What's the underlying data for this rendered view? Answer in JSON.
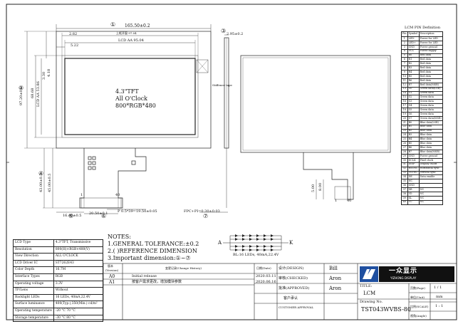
{
  "markers": {
    "m1": "①",
    "m2": "②",
    "m3": "③",
    "m4": "④",
    "m5": "⑤",
    "m6": "⑥",
    "m7": "⑦"
  },
  "dims": {
    "width_total": "165.50±0.2",
    "upper_frame": "上框开窗 97.04",
    "lcd_aa_w": "LCD AA 95.04",
    "d_282": "2.82",
    "d_522": "5.22",
    "h_6868": "68.68",
    "h_lcdaa": "LCD AA 53.86",
    "d_330": "3.30",
    "d_418": "4.18",
    "h_total": "97.20±0.2",
    "d_295": "2.95±0.2",
    "d_fpc_len": "43.00±0.5",
    "d_45": "45.00±0.5",
    "d_1640": "16.40±0.5",
    "d_2050": "20.50±0.1",
    "d_pitch": "P 0.5*39=19.50±0.05",
    "d_fpc_thick": "FPC+PI=0.30±0.03",
    "d_500": "5.00",
    "d_8": "8.00",
    "d_1": "1",
    "d_40": "40",
    "d_s1": "1",
    "d_s40": "40",
    "stiffener": "Stiffener tape"
  },
  "panel": {
    "line1": "4.3\"TFT",
    "line2": "All O'Clock",
    "line3": "800*RGB*480"
  },
  "notes": {
    "head": "NOTES:",
    "n1": "1.GENERAL TOLERANCE:±0.2",
    "n2": "2.(  )REFERENCE DIMENSION",
    "n3": "3.Important dimension:①~⑦"
  },
  "backlight": {
    "a": "A",
    "k": "K",
    "caption": "BL:16 LEDs, 40mA,22.4V"
  },
  "spec": [
    [
      "LCD Type",
      "4.3\"TFT, Transmissive"
    ],
    [
      "Resolution",
      "800(H)×RGB×480(V)"
    ],
    [
      "View Direction",
      "ALL O'CLOCK"
    ],
    [
      "LCD Driver IC",
      "ST7262E43"
    ],
    [
      "Color Depth",
      "16.7M"
    ],
    [
      "Interface Types",
      "RGB"
    ],
    [
      "Operating voltage",
      "3.3V"
    ],
    [
      "TP/Lens",
      "Without"
    ],
    [
      "Backlight LEDs",
      "16 LEDs, 40mA,22.4V"
    ],
    [
      "Surface luminance",
      "400(Typ.),350(Min.) cd/m²"
    ],
    [
      "Operating temperature",
      "-20 °C  70 °C"
    ],
    [
      "Storage temperature",
      "-30 °C  80 °C"
    ]
  ],
  "pins": {
    "title": "LCM PIN Definition",
    "head": [
      "Pin",
      "Symbol",
      "Description"
    ],
    "rows": [
      [
        "1",
        "LED-",
        "Power for LED"
      ],
      [
        "2",
        "LED+",
        "Power for LED"
      ],
      [
        "3",
        "GND",
        "Power ground"
      ],
      [
        "4",
        "VCC",
        "Power supply"
      ],
      [
        "5",
        "R0",
        "Red data"
      ],
      [
        "6",
        "R1",
        "Red data"
      ],
      [
        "7",
        "R2",
        "Red data"
      ],
      [
        "8",
        "R3",
        "Red data"
      ],
      [
        "9",
        "R4",
        "Red data"
      ],
      [
        "10",
        "R5",
        "Red data"
      ],
      [
        "11",
        "R6",
        "Red data"
      ],
      [
        "12",
        "R7",
        "Red data(MSB)"
      ],
      [
        "13",
        "G0",
        "Green data(LSB)"
      ],
      [
        "14",
        "G1",
        "Green data"
      ],
      [
        "15",
        "G2",
        "Green data"
      ],
      [
        "16",
        "G3",
        "Green data"
      ],
      [
        "17",
        "G4",
        "Green data"
      ],
      [
        "18",
        "G5",
        "Green data"
      ],
      [
        "19",
        "G6",
        "Green data"
      ],
      [
        "20",
        "G7",
        "Green data(MSB)"
      ],
      [
        "21",
        "B0",
        "Blue data(LSB)"
      ],
      [
        "22",
        "B1",
        "Blue data"
      ],
      [
        "23",
        "B2",
        "Blue data"
      ],
      [
        "24",
        "B3",
        "Blue data"
      ],
      [
        "25",
        "B4",
        "Blue data"
      ],
      [
        "26",
        "B5",
        "Blue data"
      ],
      [
        "27",
        "B6",
        "Blue data"
      ],
      [
        "28",
        "B7",
        "Blue data(MSB)"
      ],
      [
        "29",
        "GND",
        "Power ground"
      ],
      [
        "30",
        "DCLK",
        "Pixel clock"
      ],
      [
        "31",
        "DISP",
        "Display on/off"
      ],
      [
        "32",
        "HSYNC",
        "Horizontal sync"
      ],
      [
        "33",
        "VSYNC",
        "Vertical sync"
      ],
      [
        "34",
        "DE",
        "Data enable"
      ],
      [
        "35",
        "NC",
        ""
      ],
      [
        "36",
        "GND",
        ""
      ],
      [
        "37",
        "XR",
        "NC"
      ],
      [
        "38",
        "YD",
        "NC"
      ],
      [
        "39",
        "XL",
        "NC"
      ],
      [
        "40",
        "YU",
        "NC"
      ]
    ]
  },
  "history": {
    "h_ver_cn": "版本",
    "h_ver_en": "(Version)",
    "h_change": "变更记录(Change History)",
    "h_date": "日期(Date)",
    "rows": [
      [
        "A0",
        "Initial release",
        "2020.03.11"
      ],
      [
        "A1",
        "按客户需求更改，增加模块参数",
        "2020.06.16"
      ]
    ],
    "design_label": "设计(DESIGN)",
    "design_name": "Bill",
    "checked_label": "审核(CHECKED)",
    "checked_name": "Aron",
    "approved_label": "批准(APPROVED)",
    "approved_name": "Aron",
    "cust_label1": "客户承认",
    "cust_label2": "CUSTOMER APPROVAL"
  },
  "company": {
    "cn": "一众显示",
    "en": "YIZHONG DISPLAY"
  },
  "title": {
    "title_label": "TITLE:",
    "title_value": "LCM",
    "drawing_label": "Drawing No.",
    "drawing_value": "TST043WVBS-80",
    "page_label": "页数(Page)",
    "page_value": "1 / 1",
    "unit_label": "单位(Unit)",
    "unit_value": "mm",
    "scale_label": "比例(SCALE)",
    "scale_value": "1 : 1",
    "angle_label": "视角(Angle)",
    "angle_value": ""
  }
}
